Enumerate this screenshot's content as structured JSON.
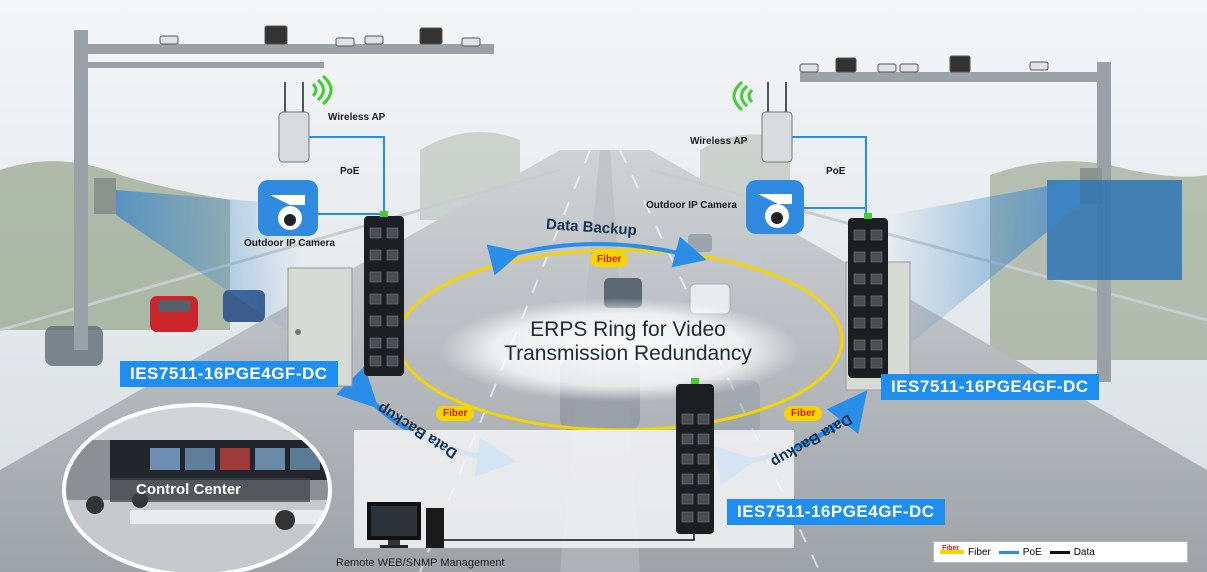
{
  "labels": {
    "wireless_ap_left": "Wireless AP",
    "wireless_ap_right": "Wireless AP",
    "poe_left": "PoE",
    "poe_right": "PoE",
    "camera_left": "Outdoor IP Camera",
    "camera_right": "Outdoor IP Camera",
    "ring_title_line1": "ERPS Ring for Video",
    "ring_title_line2": "Transmission Redundancy",
    "data_backup_top": "Data Backup",
    "data_backup_left": "Data Backup",
    "data_backup_right": "Data Backup",
    "fiber_top": "Fiber",
    "fiber_left": "Fiber",
    "fiber_right": "Fiber",
    "control_center": "Control Center",
    "management": "Remote WEB/SNMP Management"
  },
  "switches": {
    "left_model": "IES7511-16PGE4GF-DC",
    "right_model": "IES7511-16PGE4GF-DC",
    "bottom_model": "IES7511-16PGE4GF-DC"
  },
  "legend": {
    "fiber_mini": "Fiber",
    "fiber": "Fiber",
    "poe": "PoE",
    "data": "Data"
  },
  "colors": {
    "fiber": "#f5d400",
    "poe": "#2a8de8",
    "data": "#111111",
    "model_badge": "#1f8ef1",
    "wifi": "#3fcf2e"
  }
}
